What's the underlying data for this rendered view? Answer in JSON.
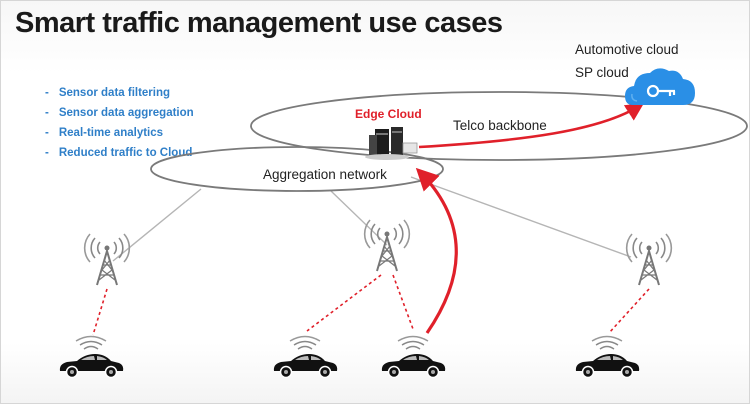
{
  "title": "Smart traffic management use cases",
  "bullets": [
    "Sensor data filtering",
    "Sensor data aggregation",
    "Real-time analytics",
    "Reduced traffic to Cloud"
  ],
  "labels": {
    "edge_cloud": "Edge Cloud",
    "telco_backbone": "Telco backbone",
    "aggregation_network": "Aggregation network",
    "automotive_cloud_line1": "Automotive cloud",
    "automotive_cloud_line2": "SP cloud"
  },
  "colors": {
    "accent_red": "#e0202a",
    "bullet_blue": "#2f7fc8",
    "cloud_blue": "#2a8fe6",
    "dark": "#1a1a1a"
  },
  "icons": [
    "cell-tower-icon",
    "car-icon",
    "server-icon",
    "cloud-key-icon"
  ]
}
